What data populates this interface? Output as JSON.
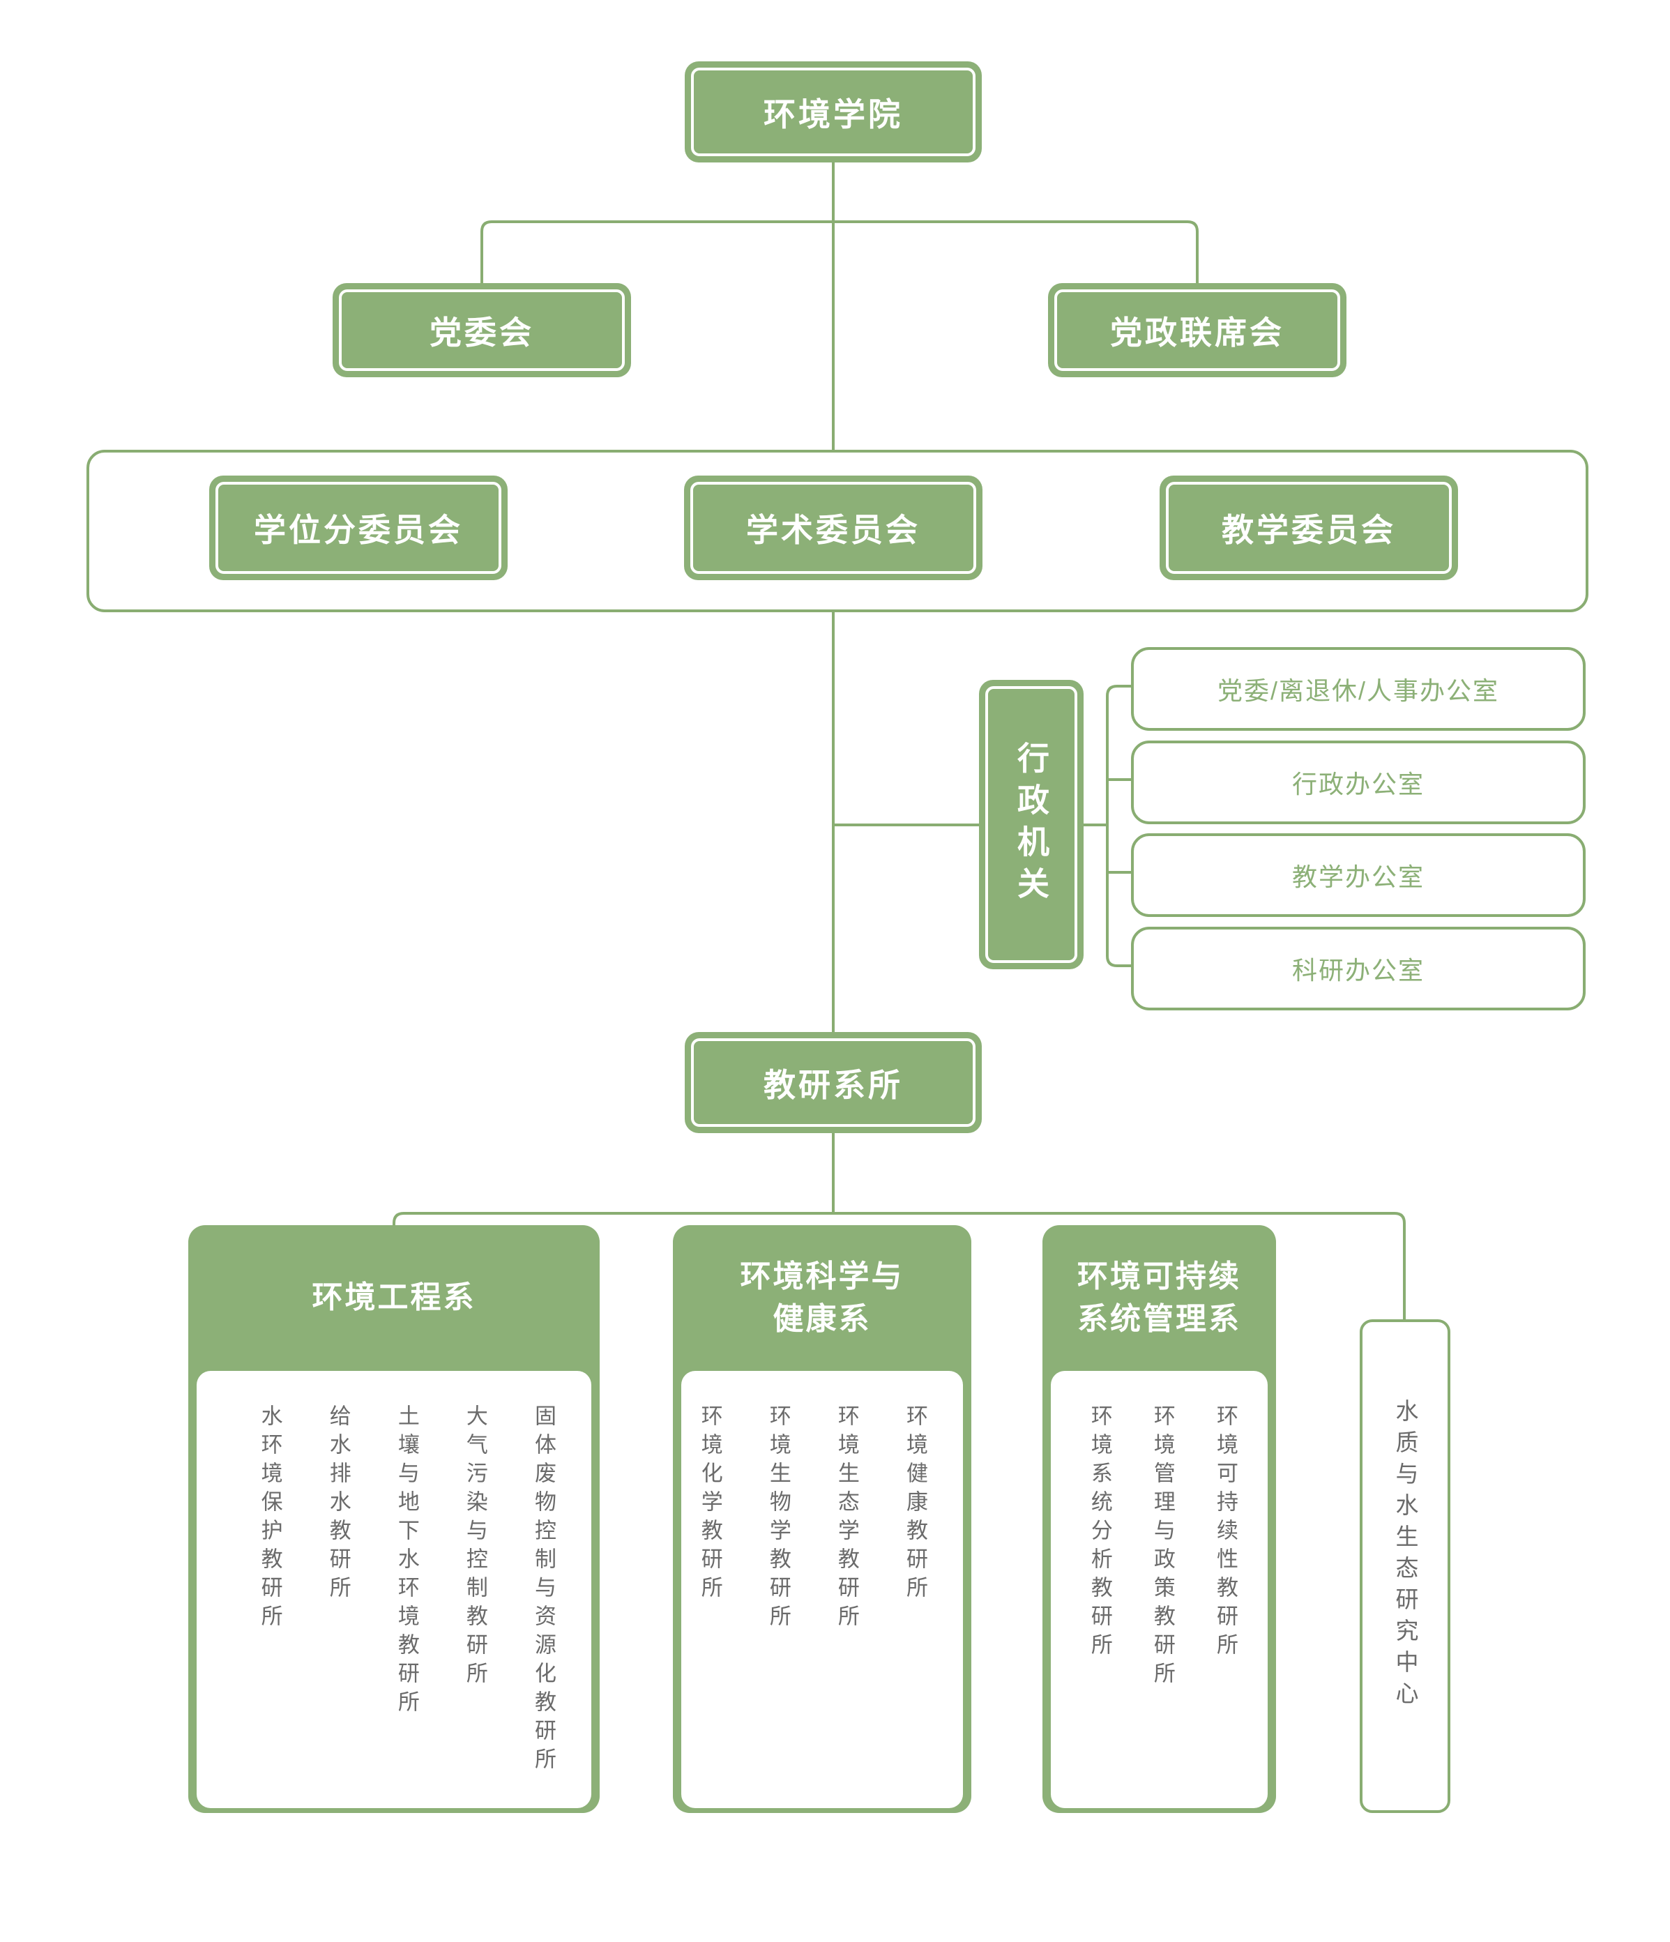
{
  "colors": {
    "green": "#8CB077",
    "line": "#89AD72",
    "institute_text": "#6b6b6b"
  },
  "root": {
    "label": "环境学院"
  },
  "level2": {
    "party_committee": "党委会",
    "party_gov_joint": "党政联席会"
  },
  "committees": {
    "degree": "学位分委员会",
    "academic": "学术委员会",
    "teaching": "教学委员会"
  },
  "admin": {
    "label": "行政机关",
    "offices": [
      "党委/离退休/人事办公室",
      "行政办公室",
      "教学办公室",
      "科研办公室"
    ]
  },
  "teaching_research": {
    "label": "教研系所"
  },
  "departments": [
    {
      "title_lines": [
        "环境工程系",
        ""
      ],
      "institutes": [
        "固体废物控制与资源化教研所",
        "大气污染与控制教研所",
        "土壤与地下水环境教研所",
        "给水排水教研所",
        "水环境保护教研所"
      ]
    },
    {
      "title_lines": [
        "环境科学与",
        "健康系"
      ],
      "institutes": [
        "环境健康教研所",
        "环境生态学教研所",
        "环境生物学教研所",
        "环境化学教研所"
      ]
    },
    {
      "title_lines": [
        "环境可持续",
        "系统管理系"
      ],
      "institutes": [
        "环境可持续性教研所",
        "环境管理与政策教研所",
        "环境系统分析教研所"
      ]
    }
  ],
  "water_center": {
    "label": "水质与水生态研究中心"
  }
}
